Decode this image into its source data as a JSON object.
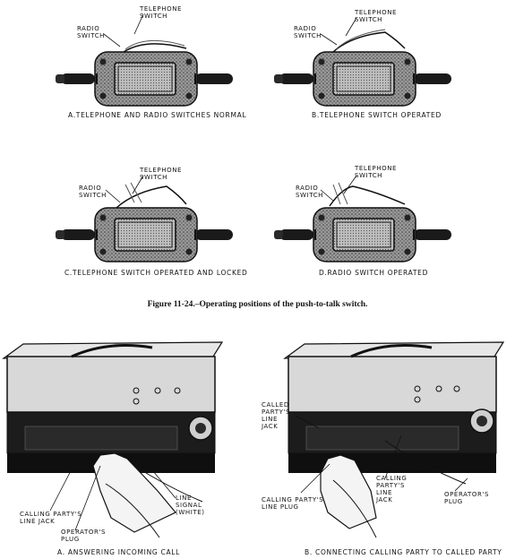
{
  "switch_panels": [
    {
      "switch_labels": {
        "telephone_1": "TELEPHONE",
        "telephone_2": "SWITCH",
        "radio_1": "RADIO",
        "radio_2": "SWITCH"
      },
      "caption": "A.TELEPHONE AND RADIO SWITCHES NORMAL"
    },
    {
      "switch_labels": {
        "telephone_1": "TELEPHONE",
        "telephone_2": "SWITCH",
        "radio_1": "RADIO",
        "radio_2": "SWITCH"
      },
      "caption": "B.TELEPHONE SWITCH OPERATED"
    },
    {
      "switch_labels": {
        "telephone_1": "TELEPHONE",
        "telephone_2": "SWITCH",
        "radio_1": "RADIO",
        "radio_2": "SWITCH"
      },
      "caption": "C.TELEPHONE SWITCH OPERATED AND LOCKED"
    },
    {
      "switch_labels": {
        "telephone_1": "TELEPHONE",
        "telephone_2": "SWITCH",
        "radio_1": "RADIO",
        "radio_2": "SWITCH"
      },
      "caption": "D.RADIO SWITCH OPERATED"
    }
  ],
  "figure_caption": "Figure 11-24.–Operating positions of the push-to-talk switch.",
  "switchboard_panels": [
    {
      "caption": "A.  ANSWERING INCOMING CALL",
      "labels": {
        "calling_jack_1": "CALLING PARTY'S",
        "calling_jack_2": "LINE JACK",
        "operator_plug_1": "OPERATOR'S",
        "operator_plug_2": "PLUG",
        "line_signal_1": "LINE",
        "line_signal_2": "SIGNAL",
        "line_signal_3": "(WHITE)"
      }
    },
    {
      "caption": "B.  CONNECTING CALLING PARTY TO CALLED PARTY",
      "labels": {
        "called_jack_1": "CALLED",
        "called_jack_2": "PARTY'S",
        "called_jack_3": "LINE",
        "called_jack_4": "JACK",
        "calling_plug_1": "CALLING PARTY'S",
        "calling_plug_2": "LINE PLUG",
        "calling_jack_1": "CALLING",
        "calling_jack_2": "PARTY'S",
        "calling_jack_3": "LINE",
        "calling_jack_4": "JACK",
        "operator_plug_1": "OPERATOR'S",
        "operator_plug_2": "PLUG"
      }
    }
  ]
}
